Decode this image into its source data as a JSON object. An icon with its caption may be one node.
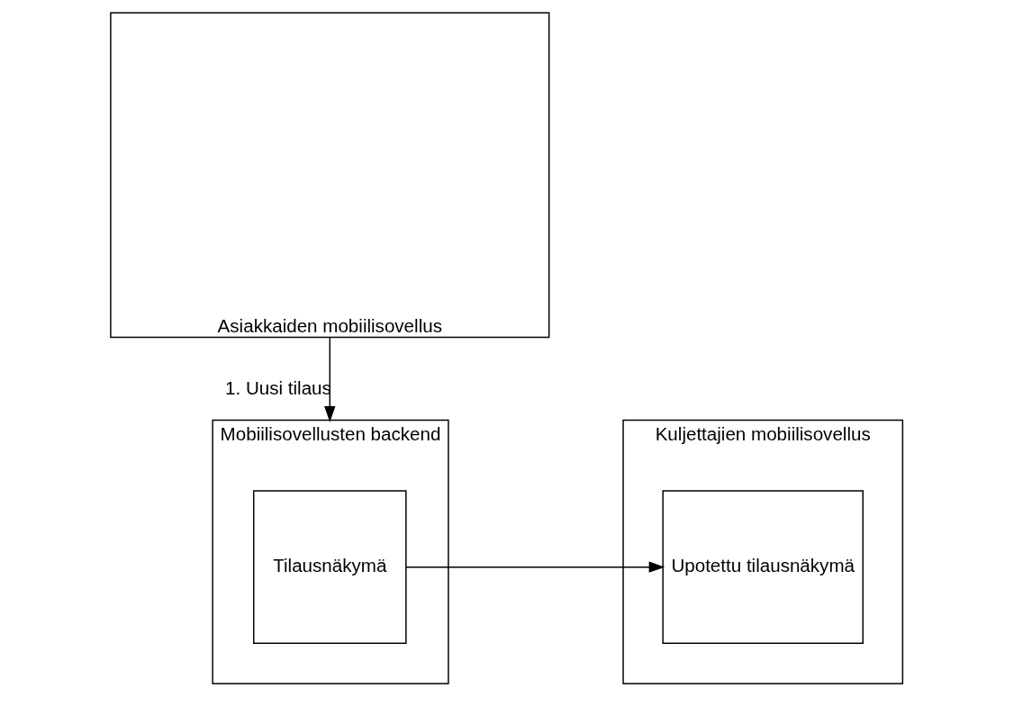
{
  "diagram": {
    "nodes": [
      {
        "text": [
          "Mobiilisovellusten backend"
        ]
      },
      {
        "text": [
          "Tilausnäkymä"
        ],
        "in": 0
      },
      {
        "text": [
          "Kuljettajien mobiilisovellus"
        ]
      },
      {
        "text": [
          "Upotettu tilausnäkymä"
        ],
        "in": 2
      },
      {
        "text": [
          "Asiakkaiden mobiilisovellus"
        ]
      }
    ],
    "edges": [
      {
        "from": 1,
        "to": 3,
        "arrow": "to"
      },
      {
        "from": 4,
        "to": 0,
        "arrow": "to",
        "label": "1. Uusi tilaus"
      }
    ]
  }
}
